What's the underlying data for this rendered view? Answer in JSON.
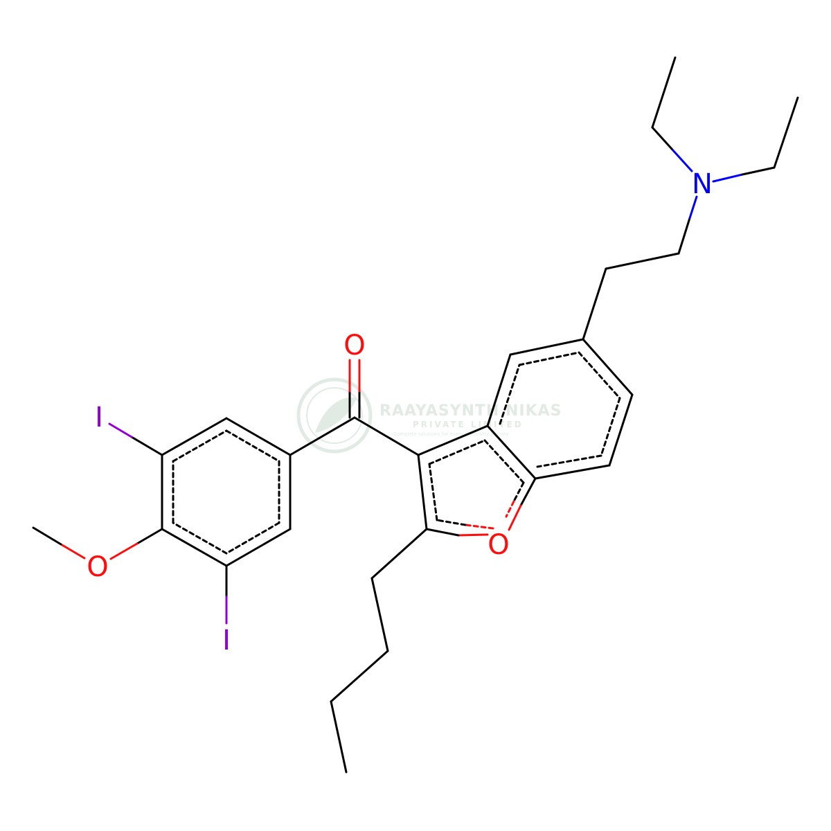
{
  "colors": {
    "bond": "#000000",
    "oxygen": "#ff0d0d",
    "nitrogen": "#0000ff",
    "iodine": "#9400d3",
    "watermark": "#c9dccf"
  },
  "atoms": {
    "carbonyl_o": "O",
    "furan_o": "O",
    "methoxy_o": "O",
    "amine_n": "N",
    "iodine_top": "I",
    "iodine_bottom": "I"
  },
  "watermark": {
    "title": "RAAYASYNTH NIKAS",
    "subtitle": "PRIVATE LIMITED",
    "tagline": "Complete solutions for every chemistry journey"
  }
}
